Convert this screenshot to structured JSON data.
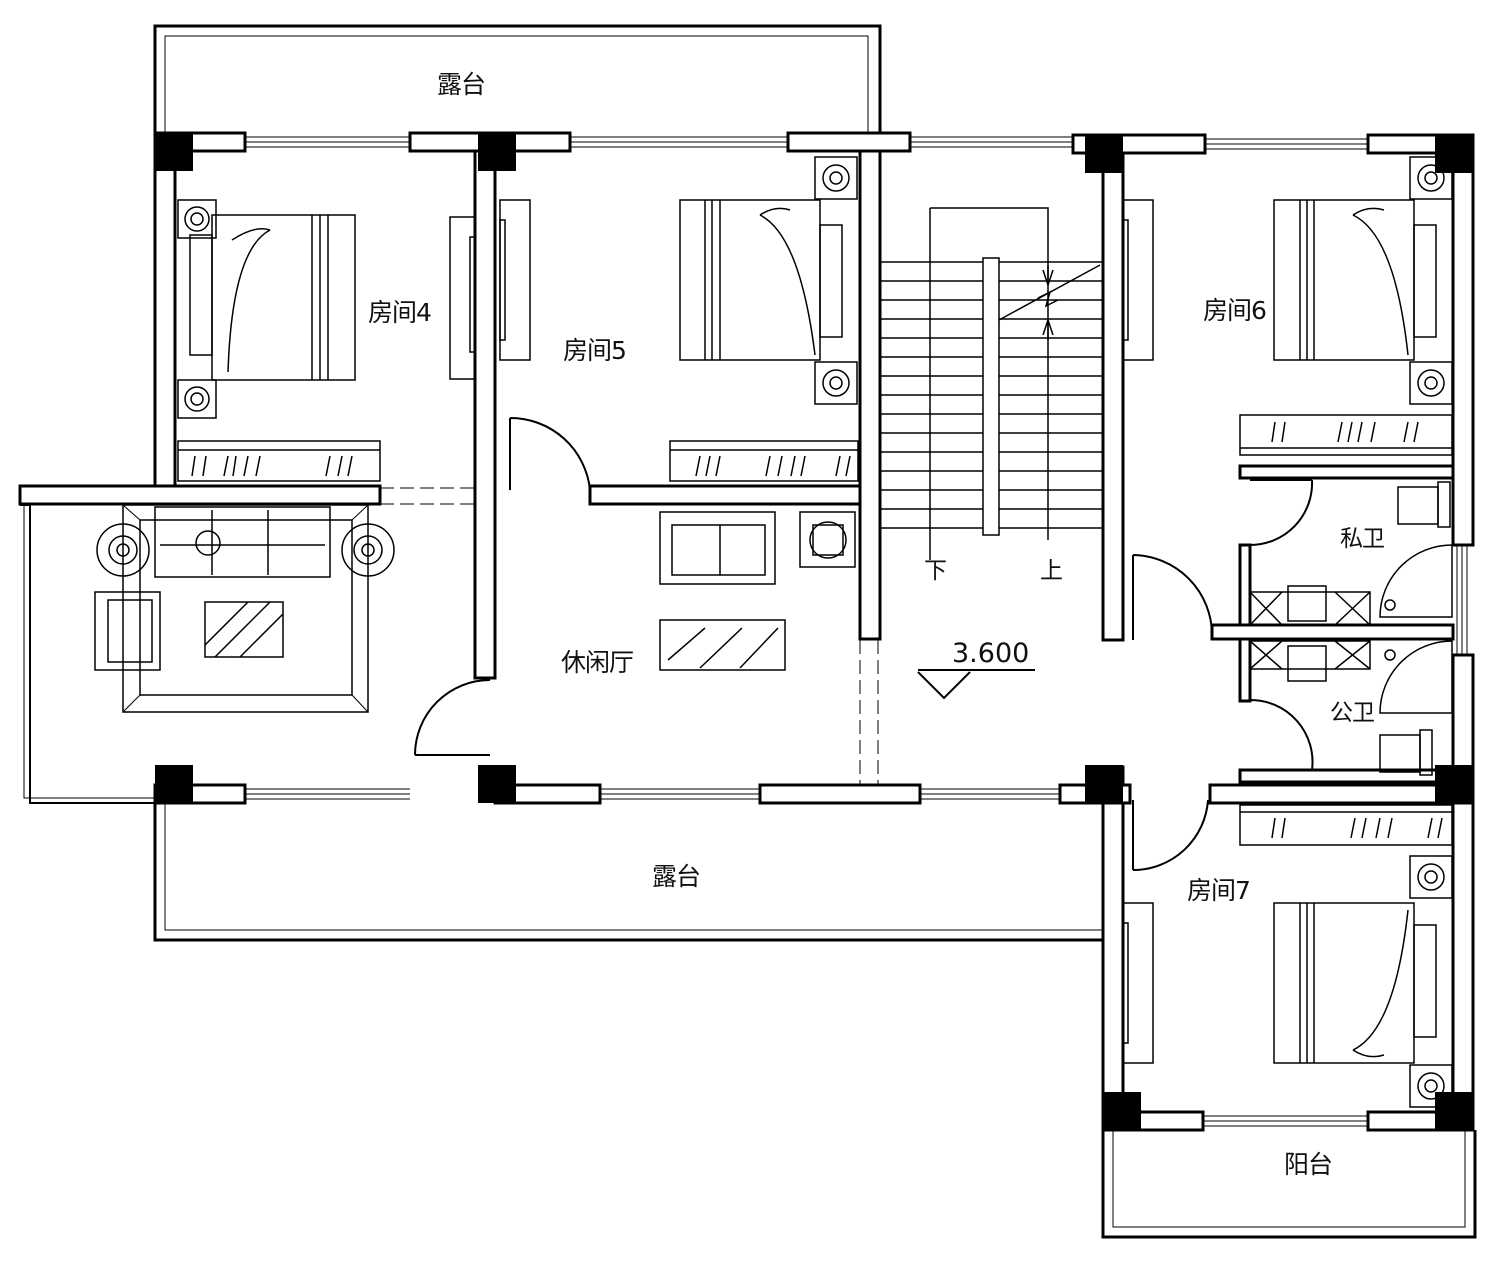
{
  "plan": {
    "rooms": {
      "terrace_top": "露台",
      "terrace_bottom": "露台",
      "room4": "房间4",
      "room5": "房间5",
      "room6": "房间6",
      "room7": "房间7",
      "lounge": "休闲厅",
      "private_bath": "私卫",
      "public_bath": "公卫",
      "balcony": "阳台"
    },
    "stair": {
      "down": "下",
      "up": "上"
    },
    "elevation": "3.600"
  },
  "colors": {
    "line": "#000000",
    "background": "#ffffff"
  }
}
